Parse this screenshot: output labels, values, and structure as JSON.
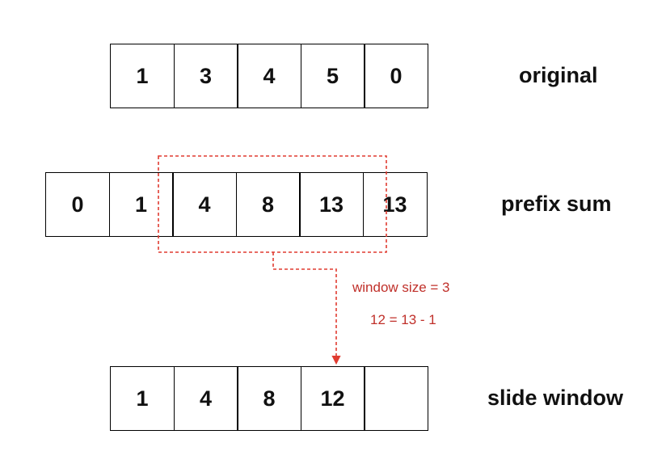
{
  "rows": {
    "original": {
      "label": "original",
      "cells": [
        "1",
        "3",
        "4",
        "5",
        "0"
      ]
    },
    "prefix_sum": {
      "label": "prefix sum",
      "cells": [
        "0",
        "1",
        "4",
        "8",
        "13",
        "13"
      ]
    },
    "slide_window": {
      "label": "slide window",
      "cells": [
        "1",
        "4",
        "8",
        "12",
        ""
      ]
    }
  },
  "annotations": {
    "window_size": "window size = 3",
    "formula": "12 = 13 - 1"
  },
  "colors": {
    "highlight": "#e03c31",
    "annotation_text": "#c0302a",
    "cell_border": "#000000"
  }
}
